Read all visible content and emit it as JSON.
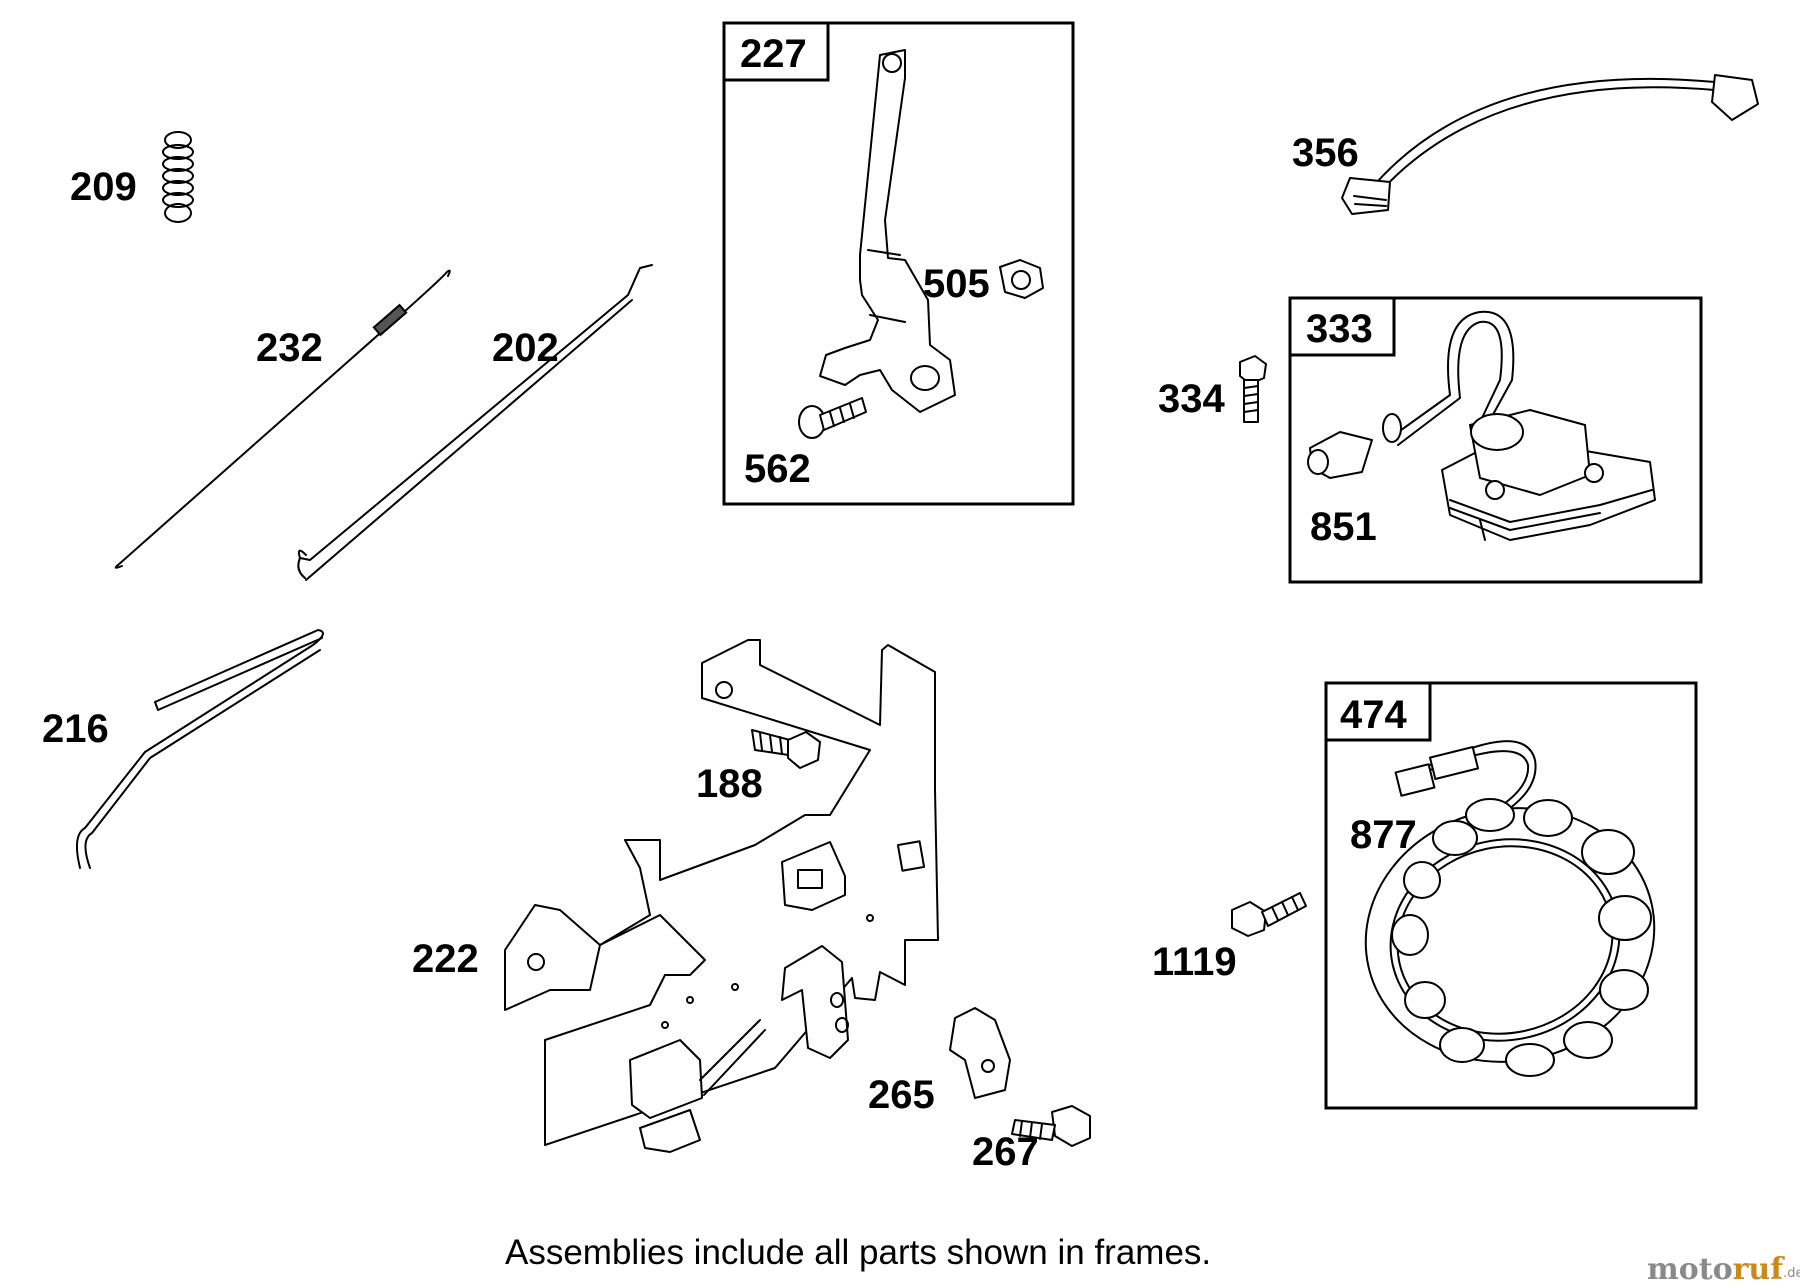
{
  "frames": [
    {
      "id": "227",
      "label": "227"
    },
    {
      "id": "333",
      "label": "333"
    },
    {
      "id": "474",
      "label": "474"
    }
  ],
  "parts": {
    "p209": "209",
    "p232": "232",
    "p202": "202",
    "p216": "216",
    "p505": "505",
    "p562": "562",
    "p356": "356",
    "p334": "334",
    "p851": "851",
    "p188": "188",
    "p222": "222",
    "p265": "265",
    "p267": "267",
    "p877": "877",
    "p1119": "1119"
  },
  "caption": "Assemblies include all parts shown in frames.",
  "watermark": {
    "part1": "moto",
    "part2": "ruf",
    "suffix": ".de"
  },
  "colors": {
    "watermark_gray": "#8a8a8a",
    "watermark_orange": "#c98a1b"
  }
}
